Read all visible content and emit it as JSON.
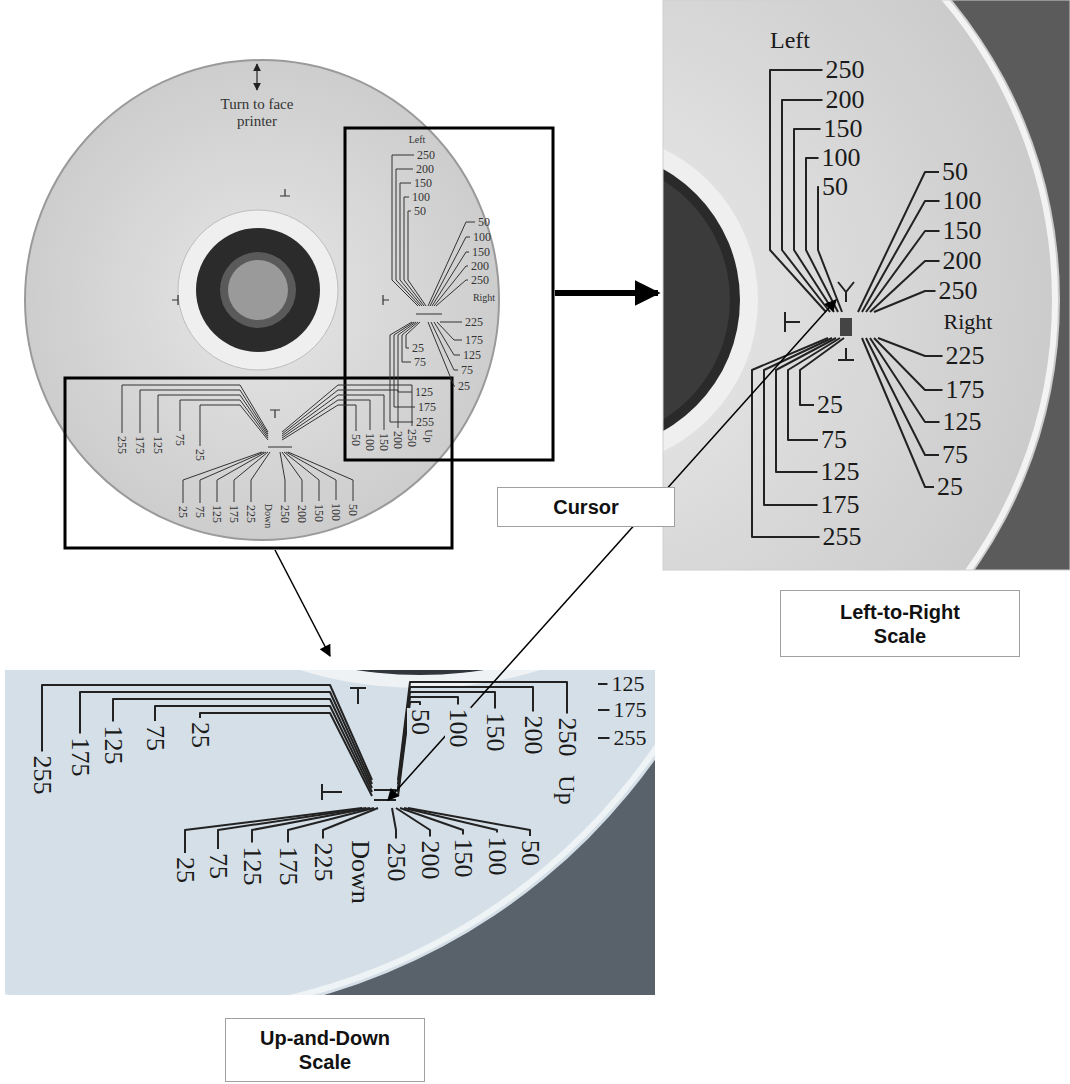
{
  "diagram": {
    "nodes": [
      {
        "text": [
          "Cursor"
        ]
      },
      {
        "text": [
          "Left-to-Right Scale"
        ]
      },
      {
        "text": [
          "Up-and-Down Scale"
        ]
      }
    ],
    "labels": [
      "Turn to face printer",
      "Left",
      "250",
      "200",
      "150",
      "100",
      "50",
      "50",
      "100",
      "150",
      "200",
      "250",
      "Right",
      "225",
      "175",
      "125",
      "75",
      "25",
      "25",
      "75",
      "125",
      "175",
      "255",
      "255",
      "175",
      "125",
      "75",
      "25",
      "50",
      "100",
      "150",
      "200",
      "250",
      "Up",
      "25",
      "75",
      "125",
      "175",
      "225",
      "Down",
      "250",
      "200",
      "150",
      "100",
      "50",
      "Left",
      "250",
      "200",
      "150",
      "100",
      "50",
      "50",
      "100",
      "150",
      "200",
      "250",
      "Right",
      "225",
      "175",
      "125",
      "75",
      "25",
      "25",
      "75",
      "125",
      "175",
      "255",
      "255",
      "175",
      "125",
      "75",
      "25",
      "50",
      "100",
      "150",
      "200",
      "250",
      "Up",
      "25",
      "75",
      "125",
      "175",
      "225",
      "Down",
      "250",
      "200",
      "150",
      "100",
      "50",
      "125",
      "175",
      "255"
    ]
  }
}
